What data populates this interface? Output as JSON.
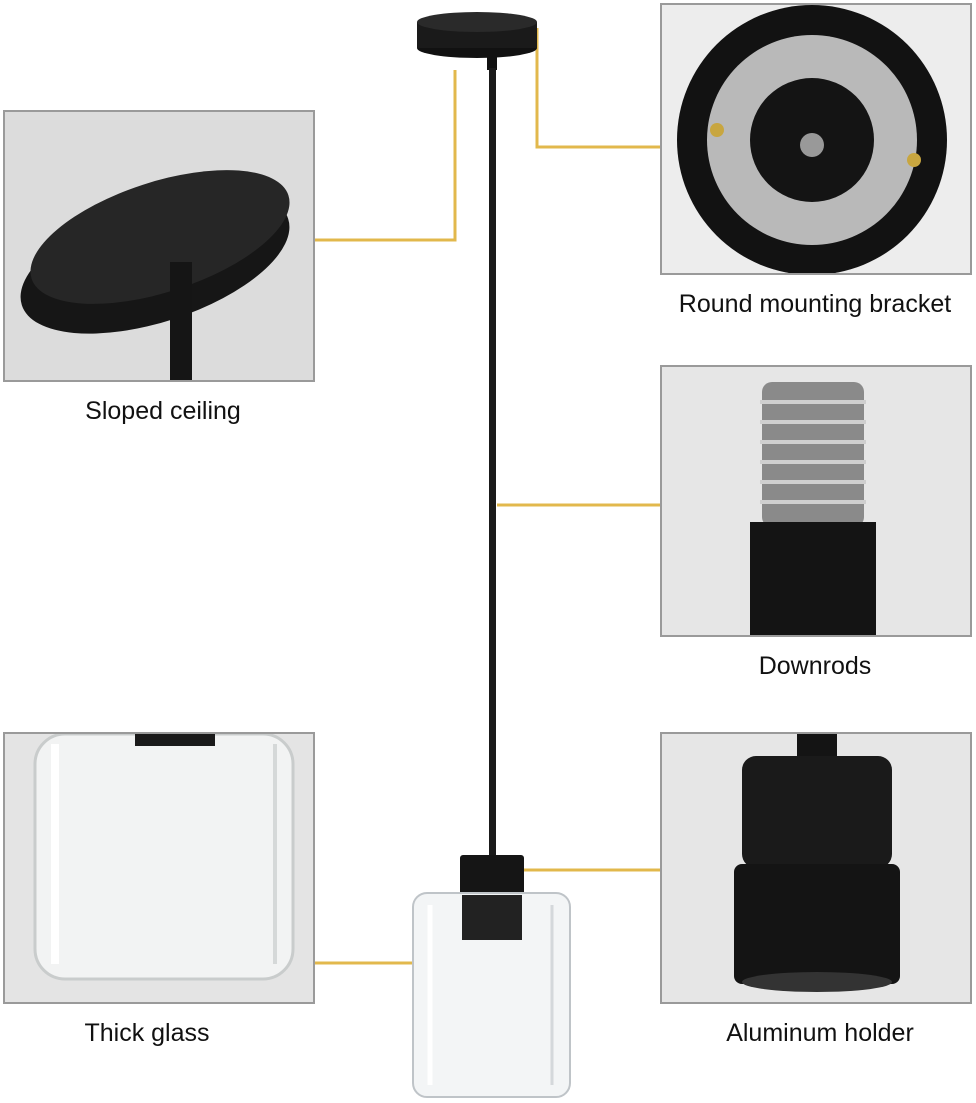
{
  "callouts": {
    "sloped_ceiling": "Sloped ceiling",
    "mounting_bracket": "Round mounting bracket",
    "downrods": "Downrods",
    "thick_glass": "Thick glass",
    "aluminum_holder": "Aluminum holder"
  },
  "colors": {
    "leader_line": "#e2b84c",
    "fixture": "#1a1a1a",
    "frame": "#9a9a9a"
  }
}
